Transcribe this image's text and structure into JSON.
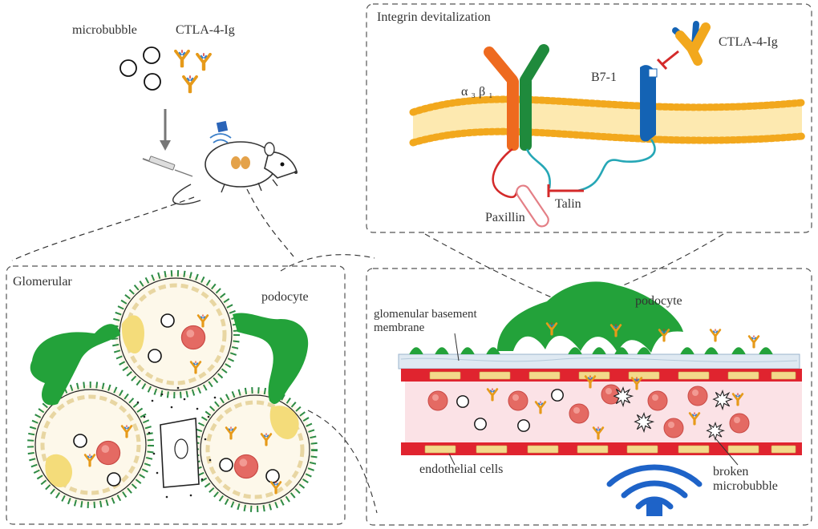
{
  "top_left": {
    "microbubble_label": "microbubble",
    "drug_label": "CTLA-4-Ig"
  },
  "integrin_panel": {
    "title": "Integrin devitalization",
    "integrin_label": "α ₃ β ₁",
    "b71_label": "B7-1",
    "drug_label": "CTLA-4-Ig",
    "talin_label": "Talin",
    "paxillin_label": "Paxillin"
  },
  "glomerular_panel": {
    "title": "Glomerular",
    "podocyte_label": "podocyte"
  },
  "vessel_panel": {
    "podocyte_label": "podocyte",
    "gbm_label_line1": "glomenular basement",
    "gbm_label_line2": "membrane",
    "endothelial_label": "endothelial cells",
    "broken_label_line1": "broken",
    "broken_label_line2": "microbubble"
  },
  "colors": {
    "podocyte_green": "#23a23a",
    "rbc_red": "#e05a55",
    "endothelial_red": "#e0242f",
    "endothelial_tan": "#f3d98a",
    "membrane_orange": "#f2a81d",
    "integrin_orange": "#ee6a1f",
    "integrin_green": "#1f8a3c",
    "b71_blue": "#1463b4",
    "talin_teal": "#26a7b6",
    "wifi_blue": "#1e63c8"
  }
}
